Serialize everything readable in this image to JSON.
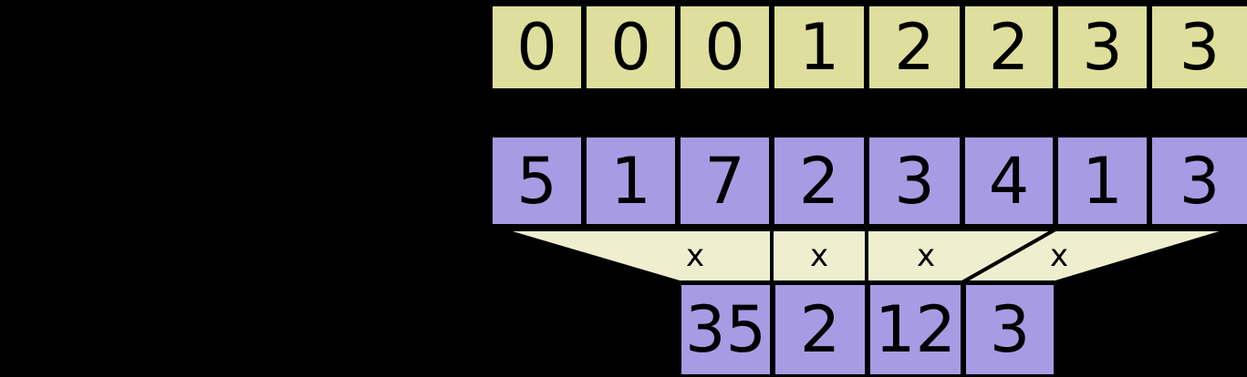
{
  "diagram": {
    "title": "segment-multiply-array-diagram",
    "background_color": "#000000",
    "colors": {
      "index_row": "#dedf9c",
      "value_row": "#a79ce3",
      "connector": "#efefd0",
      "outline": "#000000",
      "text": "#000000"
    },
    "rows": [
      {
        "name": "index-row",
        "style": "yellow",
        "cells": [
          {
            "value": "0"
          },
          {
            "value": "0"
          },
          {
            "value": "0"
          },
          {
            "value": "1"
          },
          {
            "value": "2"
          },
          {
            "value": "2"
          },
          {
            "value": "3"
          },
          {
            "value": "3"
          }
        ]
      },
      {
        "name": "value-row",
        "style": "purple",
        "cells": [
          {
            "value": "5"
          },
          {
            "value": "1"
          },
          {
            "value": "7"
          },
          {
            "value": "2"
          },
          {
            "value": "3"
          },
          {
            "value": "4"
          },
          {
            "value": "1"
          },
          {
            "value": "3"
          }
        ]
      },
      {
        "name": "result-row",
        "style": "purple",
        "cells": [
          {
            "value": "35"
          },
          {
            "value": "2"
          },
          {
            "value": "12"
          },
          {
            "value": "3"
          }
        ]
      }
    ],
    "connectors": [
      {
        "name": "connector-group-0",
        "operator": "x"
      },
      {
        "name": "connector-group-1",
        "operator": "x"
      },
      {
        "name": "connector-group-2",
        "operator": "x"
      },
      {
        "name": "connector-group-3",
        "operator": "x"
      }
    ]
  }
}
